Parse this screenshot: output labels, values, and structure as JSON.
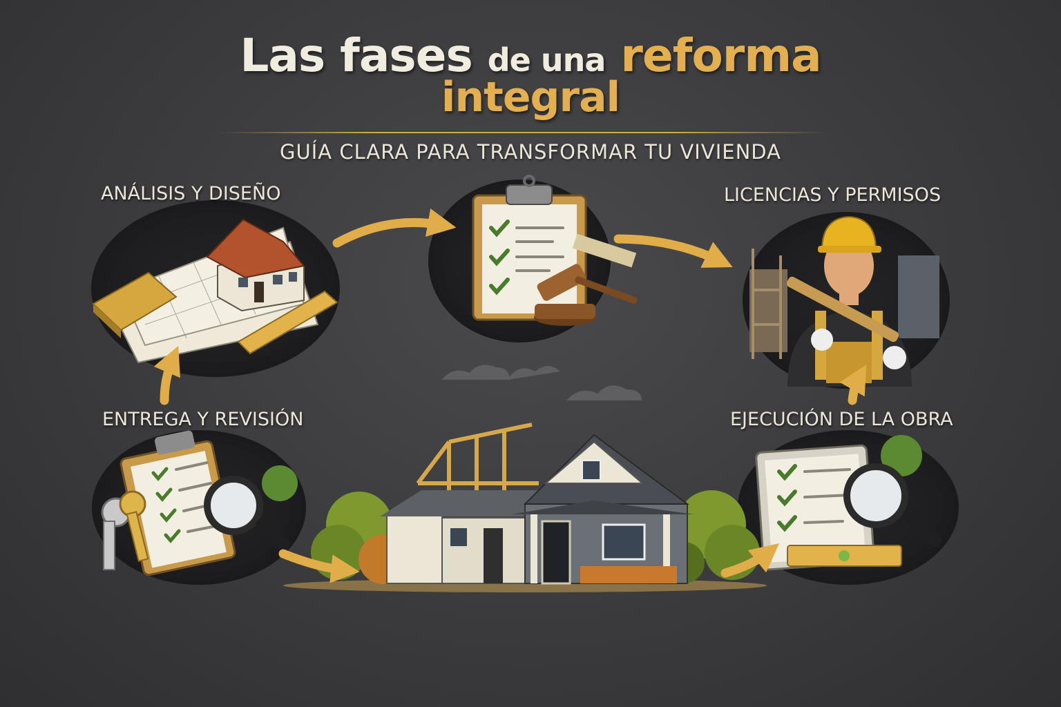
{
  "title": {
    "part1": "Las fases",
    "part2": "de una",
    "part3": "reforma",
    "line2": "integral"
  },
  "subtitle": "GUÍA CLARA PARA TRANSFORMAR TU VIVIENDA",
  "phases": [
    {
      "label": "ANÁLISIS Y DISEÑO",
      "icon": "house-blueprint-icon"
    },
    {
      "label": "LICENCIAS Y PERMISOS",
      "icon": "construction-worker-icon"
    },
    {
      "label": "EJECUCIÓN DE LA OBRA",
      "icon": "inspection-clipboard-icon"
    },
    {
      "label": "ENTREGA Y REVISIÓN",
      "icon": "keys-checklist-icon"
    }
  ],
  "center_icon": "permit-clipboard-gavel-icon",
  "house_icon": "renovated-house-icon",
  "colors": {
    "background": "#3b3b3d",
    "accent_gold": "#e4b04f",
    "text_light": "#ece6da",
    "check_green": "#4a7a2c"
  }
}
